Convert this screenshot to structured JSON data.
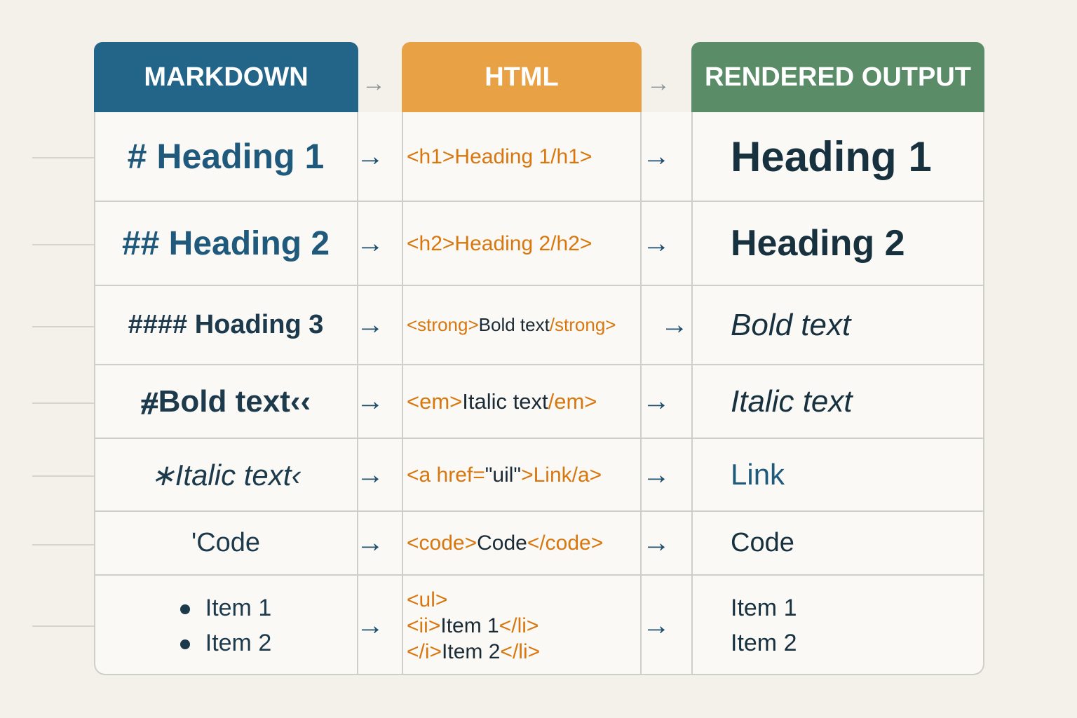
{
  "headers": {
    "markdown": "MARKDOWN",
    "html": "HTML",
    "rendered": "RENDERED OUTPUT"
  },
  "colors": {
    "markdown_header": "#236489",
    "html_header": "#e8a245",
    "rendered_header": "#5a8c68",
    "tag": "#d9770f",
    "markdown_text": "#1f5a7c",
    "arrow": "#1e4f6e"
  },
  "arrow_glyph": "→",
  "rows": [
    {
      "md": "# Heading 1",
      "html": [
        {
          "t": "<h1>Heading 1/h1>",
          "k": "tag"
        }
      ],
      "rendered": "Heading 1"
    },
    {
      "md": "## Heading 2",
      "html": [
        {
          "t": "<h2>Heading 2/h2>",
          "k": "tag"
        }
      ],
      "rendered": "Heading 2"
    },
    {
      "md": "#### Hoading 3",
      "html": [
        {
          "t": "<strong>",
          "k": "tag"
        },
        {
          "t": " Bold text",
          "k": "text"
        },
        {
          "t": "/strong>",
          "k": "tag"
        }
      ],
      "rendered": "Bold text"
    },
    {
      "md": "⧣Bold text‹‹",
      "html": [
        {
          "t": "<em>",
          "k": "tag"
        },
        {
          "t": "Italic text",
          "k": "text"
        },
        {
          "t": "/em>",
          "k": "tag"
        }
      ],
      "rendered": "Italic text"
    },
    {
      "md": "∗Italic text‹",
      "html": [
        {
          "t": "<a href=",
          "k": "tag"
        },
        {
          "t": "\"uil\"",
          "k": "text"
        },
        {
          "t": ">Link/a>",
          "k": "tag"
        }
      ],
      "rendered": "Link"
    },
    {
      "md": "'Code",
      "html": [
        {
          "t": "<code>",
          "k": "tag"
        },
        {
          "t": "Code",
          "k": "text"
        },
        {
          "t": "</code>",
          "k": "tag"
        }
      ],
      "rendered": "Code"
    },
    {
      "md_items": [
        "Item 1",
        "Item 2"
      ],
      "html_lines": [
        [
          {
            "t": "<ul>",
            "k": "tag"
          }
        ],
        [
          {
            "t": "<ii>",
            "k": "tag"
          },
          {
            "t": "Item 1",
            "k": "text"
          },
          {
            "t": "</li>",
            "k": "tag"
          }
        ],
        [
          {
            "t": "</i>",
            "k": "tag"
          },
          {
            "t": "Item 2",
            "k": "text"
          },
          {
            "t": "</li>",
            "k": "tag"
          }
        ]
      ],
      "rendered_items": [
        "Item 1",
        "Item 2"
      ]
    }
  ]
}
